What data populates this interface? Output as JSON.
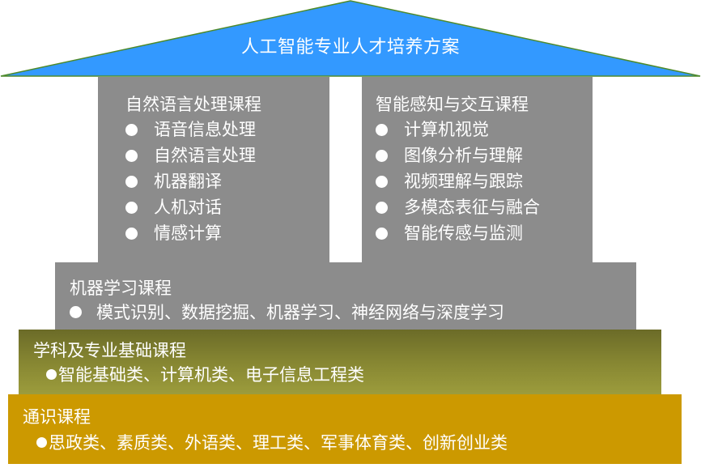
{
  "roof": {
    "title": "人工智能专业人才培养方案",
    "color": "#3399FF",
    "edge_color": "#4E8A2C"
  },
  "pillars": [
    {
      "title": "自然语言处理课程",
      "items": [
        "语音信息处理",
        "自然语言处理",
        "机器翻译",
        "人机对话",
        "情感计算"
      ]
    },
    {
      "title": "智能感知与交互课程",
      "items": [
        "计算机视觉",
        "图像分析与理解",
        "视频理解与跟踪",
        "多模态表征与融合",
        "智能传感与监测"
      ]
    }
  ],
  "bands": {
    "ml": {
      "title": "机器学习课程",
      "items": "模式识别、数据挖掘、机器学习、神经网络与深度学习",
      "color": "#8C8C8C"
    },
    "foundation": {
      "title": "学科及专业基础课程",
      "items": "智能基础类、计算机类、电子信息工程类",
      "color_top": "#6B6B28",
      "color_bottom": "#9C9C3C"
    },
    "general": {
      "title": "通识课程",
      "items": "思政类、素质类、外语类、理工类、军事体育类、创新创业类",
      "color": "#CC9900"
    }
  }
}
